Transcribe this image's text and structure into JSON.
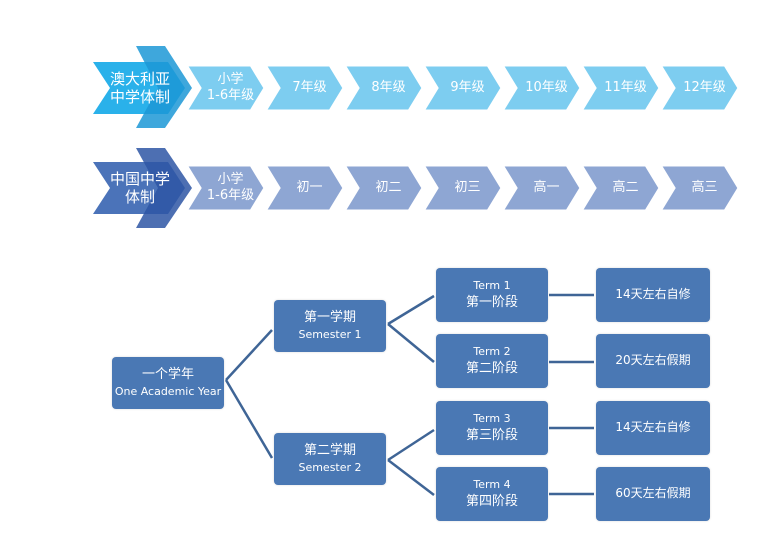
{
  "colors": {
    "au_head": "#2ab1ea",
    "au_head_dark": "#1c98d6",
    "au_step": "#7dcdf0",
    "cn_head": "#4b73b9",
    "cn_head_dark": "#2e56a4",
    "cn_step": "#8ea6d3",
    "box": "#4a78b4",
    "connector": "#3f6596"
  },
  "australia_row": {
    "head": [
      "澳大利亚",
      "中学体制"
    ],
    "steps": [
      [
        "小学",
        "1-6年级"
      ],
      [
        "7年级"
      ],
      [
        "8年级"
      ],
      [
        "9年级"
      ],
      [
        "10年级"
      ],
      [
        "11年级"
      ],
      [
        "12年级"
      ]
    ]
  },
  "china_row": {
    "head": [
      "中国中学",
      "体制"
    ],
    "steps": [
      [
        "小学",
        "1-6年级"
      ],
      [
        "初一"
      ],
      [
        "初二"
      ],
      [
        "初三"
      ],
      [
        "高一"
      ],
      [
        "高二"
      ],
      [
        "高三"
      ]
    ]
  },
  "tree": {
    "root": {
      "zh": "一个学年",
      "en": "One Academic Year"
    },
    "semesters": [
      {
        "zh": "第一学期",
        "en": "Semester 1"
      },
      {
        "zh": "第二学期",
        "en": "Semester 2"
      }
    ],
    "terms": [
      {
        "en": "Term 1",
        "zh": "第一阶段",
        "note": "14天左右自修"
      },
      {
        "en": "Term 2",
        "zh": "第二阶段",
        "note": "20天左右假期"
      },
      {
        "en": "Term 3",
        "zh": "第三阶段",
        "note": "14天左右自修"
      },
      {
        "en": "Term 4",
        "zh": "第四阶段",
        "note": "60天左右假期"
      }
    ]
  }
}
